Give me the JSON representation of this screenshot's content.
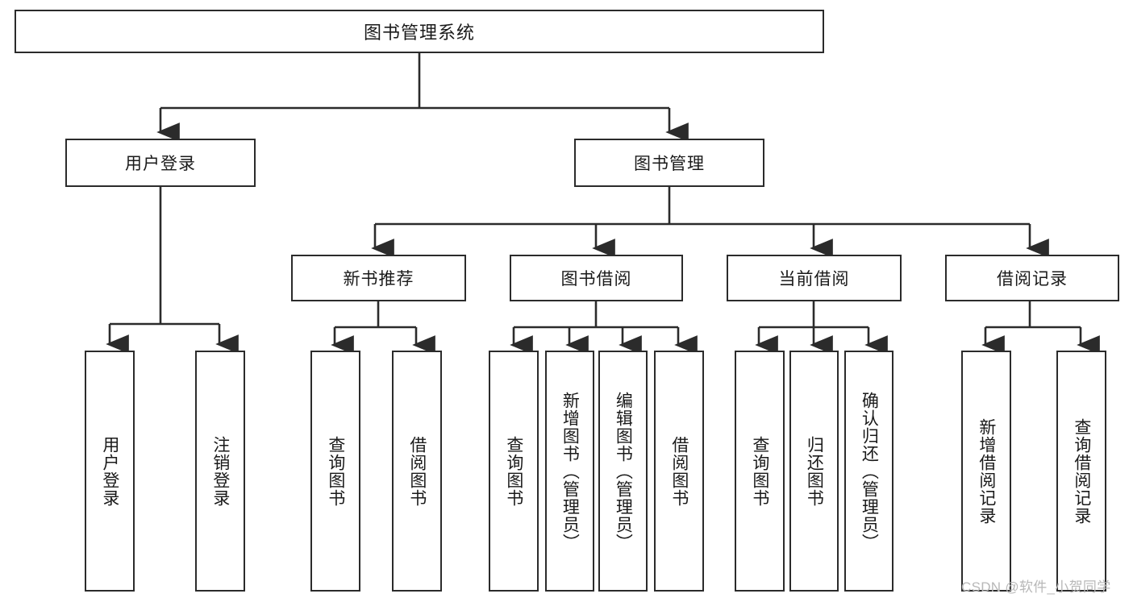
{
  "diagram": {
    "title_node": {
      "label": "图书管理系统"
    },
    "colors": {
      "node_border": "#2b2b2b",
      "node_fill": "#ffffff",
      "edge": "#2b2b2b",
      "text": "#1a1a1a",
      "watermark": "#b8b8b8"
    },
    "level2": [
      {
        "id": "user-login",
        "label": "用户登录"
      },
      {
        "id": "book-manage",
        "label": "图书管理"
      }
    ],
    "level3": [
      {
        "id": "new-book-recommend",
        "label": "新书推荐"
      },
      {
        "id": "book-borrow",
        "label": "图书借阅"
      },
      {
        "id": "current-borrow",
        "label": "当前借阅"
      },
      {
        "id": "borrow-record",
        "label": "借阅记录"
      }
    ],
    "leaves": [
      {
        "id": "leaf-user-login",
        "label": "用户登录",
        "parent": "user-login"
      },
      {
        "id": "leaf-logout",
        "label": "注销登录",
        "parent": "user-login"
      },
      {
        "id": "leaf-query-book-1",
        "label": "查询图书",
        "parent": "new-book-recommend"
      },
      {
        "id": "leaf-borrow-book-1",
        "label": "借阅图书",
        "parent": "new-book-recommend"
      },
      {
        "id": "leaf-query-book-2",
        "label": "查询图书",
        "parent": "book-borrow"
      },
      {
        "id": "leaf-add-book",
        "label": "新增图书（管理员）",
        "parent": "book-borrow"
      },
      {
        "id": "leaf-edit-book",
        "label": "编辑图书（管理员）",
        "parent": "book-borrow"
      },
      {
        "id": "leaf-borrow-book-2",
        "label": "借阅图书",
        "parent": "book-borrow"
      },
      {
        "id": "leaf-query-book-3",
        "label": "查询图书",
        "parent": "current-borrow"
      },
      {
        "id": "leaf-return-book",
        "label": "归还图书",
        "parent": "current-borrow"
      },
      {
        "id": "leaf-confirm-return",
        "label": "确认归还（管理员）",
        "parent": "current-borrow"
      },
      {
        "id": "leaf-add-record",
        "label": "新增借阅记录",
        "parent": "borrow-record"
      },
      {
        "id": "leaf-query-record",
        "label": "查询借阅记录",
        "parent": "borrow-record"
      }
    ]
  },
  "watermark": {
    "text": "CSDN @软件_小贺同学"
  }
}
